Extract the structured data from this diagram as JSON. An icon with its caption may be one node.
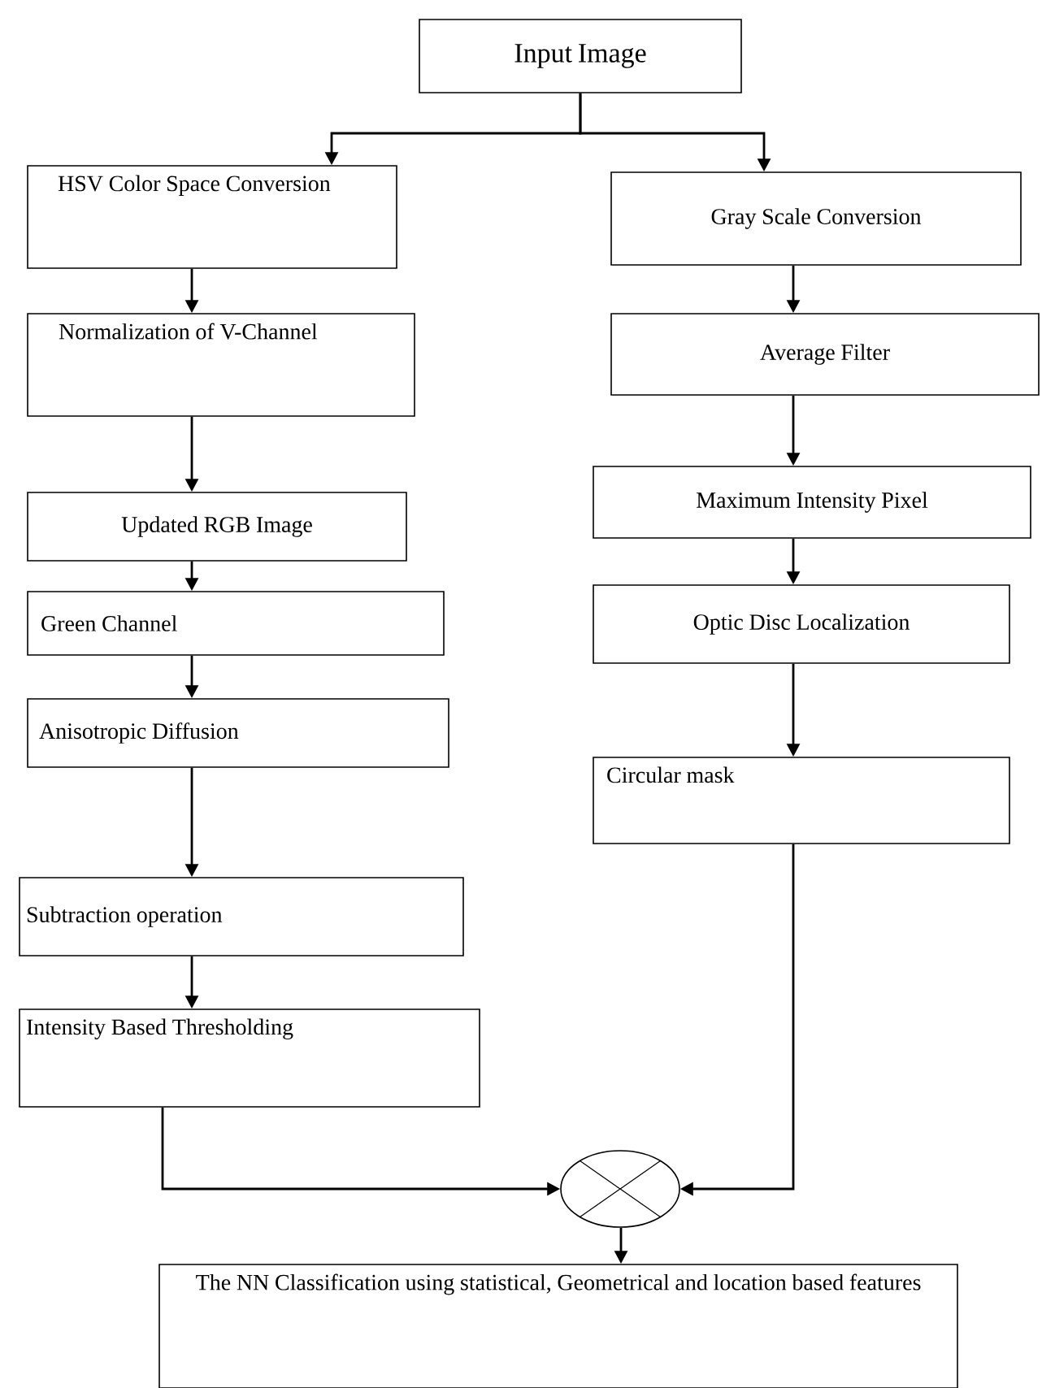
{
  "diagram": {
    "nodes": [
      {
        "text": [
          "Input Image"
        ]
      },
      {
        "text": [
          "HSV Color Space Conversion"
        ]
      },
      {
        "text": [
          "Gray Scale Conversion"
        ]
      },
      {
        "text": [
          "Normalization of V-Channel"
        ]
      },
      {
        "text": [
          "Average Filter"
        ]
      },
      {
        "text": [
          "Updated RGB Image"
        ]
      },
      {
        "text": [
          "Maximum Intensity Pixel"
        ]
      },
      {
        "text": [
          "Green Channel"
        ]
      },
      {
        "text": [
          "Optic Disc Localization"
        ]
      },
      {
        "text": [
          "Anisotropic Diffusion"
        ]
      },
      {
        "text": [
          "Circular mask"
        ]
      },
      {
        "text": [
          "Subtraction operation"
        ]
      },
      {
        "text": [
          "Intensity Based Thresholding"
        ]
      },
      {
        "text": [],
        "shape": "circle"
      },
      {
        "text": [
          "The NN Classification using statistical, Geometrical and location based features"
        ]
      }
    ],
    "edges": [
      {
        "from": 0,
        "to": 1,
        "arrow": "to"
      },
      {
        "from": 0,
        "to": 2,
        "arrow": "to"
      },
      {
        "from": 1,
        "to": 3,
        "arrow": "to"
      },
      {
        "from": 3,
        "to": 5,
        "arrow": "to"
      },
      {
        "from": 5,
        "to": 7,
        "arrow": "to"
      },
      {
        "from": 7,
        "to": 9,
        "arrow": "to"
      },
      {
        "from": 9,
        "to": 11,
        "arrow": "to"
      },
      {
        "from": 11,
        "to": 12,
        "arrow": "to"
      },
      {
        "from": 12,
        "to": 13,
        "arrow": "to"
      },
      {
        "from": 2,
        "to": 4,
        "arrow": "to"
      },
      {
        "from": 4,
        "to": 6,
        "arrow": "to"
      },
      {
        "from": 6,
        "to": 8,
        "arrow": "to"
      },
      {
        "from": 8,
        "to": 10,
        "arrow": "to"
      },
      {
        "from": 10,
        "to": 13,
        "arrow": "to"
      },
      {
        "from": 13,
        "to": 14,
        "arrow": "to"
      }
    ]
  }
}
